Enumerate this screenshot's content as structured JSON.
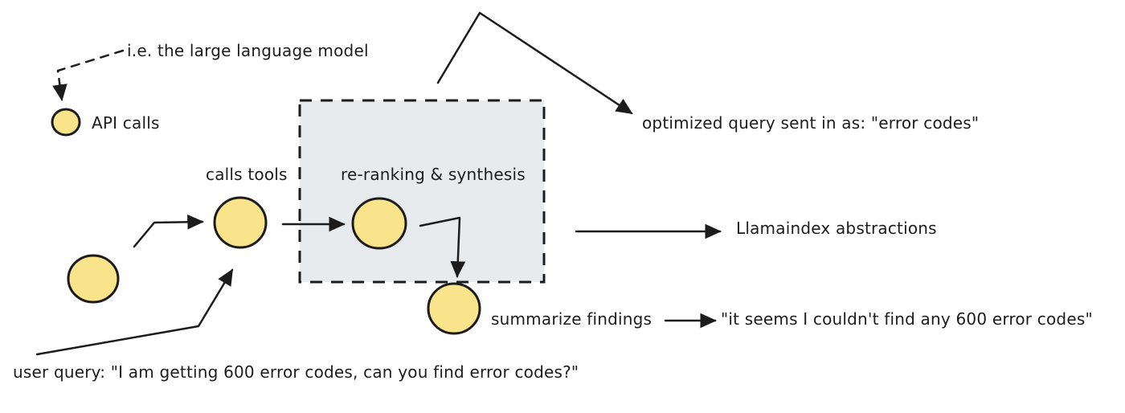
{
  "diagram": {
    "title_hint": "LLM agent query flow sketch",
    "labels": {
      "llm_note": "i.e. the large language model",
      "api_calls": "API calls",
      "calls_tools": "calls tools",
      "rerank": "re-ranking & synthesis",
      "optimized_query": "optimized query sent in as: \"error codes\"",
      "llamaindex": "Llamaindex abstractions",
      "summarize": "summarize findings",
      "result_quote": "\"it seems I couldn't find any 600 error codes\"",
      "user_query": "user query: \"I am getting 600 error codes, can you find error codes?\""
    },
    "colors": {
      "node_fill": "#F9E48C",
      "node_stroke": "#1c1c1c",
      "box_fill": "#E8EBEE",
      "box_stroke": "#1c1c1c",
      "line": "#1c1c1c",
      "text": "#1c1c1c",
      "background": "#ffffff"
    }
  }
}
